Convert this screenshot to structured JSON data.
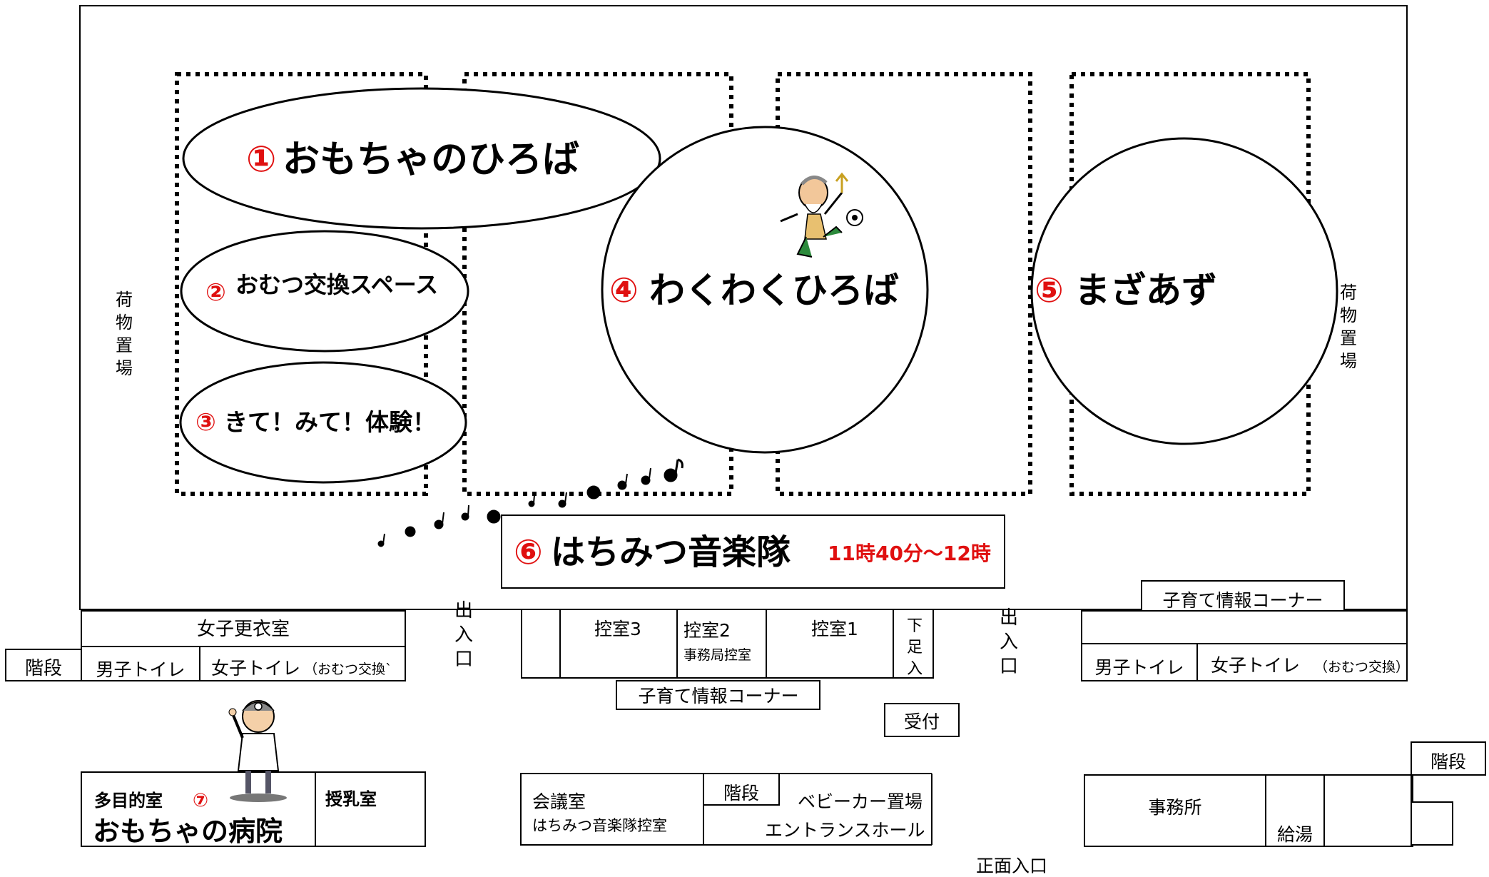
{
  "areas": {
    "a1": {
      "num": "①",
      "label": "おもちゃのひろば"
    },
    "a2": {
      "num": "②",
      "label": "おむつ交換スペース"
    },
    "a3": {
      "num": "③",
      "label": "きて！みて！体験！"
    },
    "a4": {
      "num": "④",
      "label": "わくわくひろば"
    },
    "a5": {
      "num": "⑤",
      "label": "まざあず"
    },
    "a6": {
      "num": "⑥",
      "label": "はちみつ音楽隊",
      "time": "11時40分～12時"
    },
    "a7": {
      "num": "⑦",
      "room": "多目的室",
      "label": "おもちゃの病院"
    }
  },
  "side_storage": [
    "荷",
    "物",
    "置",
    "場"
  ],
  "exit_vertical": [
    "出",
    "入",
    "口"
  ],
  "geta_vertical": [
    "下",
    "足",
    "入"
  ],
  "rooms": {
    "girls_changing": "女子更衣室",
    "stairs": "階段",
    "mens_toilet": "男子トイレ",
    "womens_toilet": "女子トイレ",
    "diaper_note_left": "（おむつ交換`",
    "diaper_note_right": "（おむつ交換）",
    "waiting3": "控室3",
    "waiting2": "控室2",
    "secretariat_waiting": "事務局控室",
    "waiting1": "控室1",
    "childcare_info": "子育て情報コーナー",
    "reception": "受付",
    "nursing_room": "授乳室",
    "meeting_room": "会議室",
    "band_waiting": "はちみつ音楽隊控室",
    "stroller_area": "ベビーカー置場",
    "entrance_hall": "エントランスホール",
    "main_entrance": "正面入口",
    "office": "事務所",
    "hot_water": "給湯"
  },
  "colors": {
    "accent_red": "#e01010",
    "line": "#000000"
  }
}
